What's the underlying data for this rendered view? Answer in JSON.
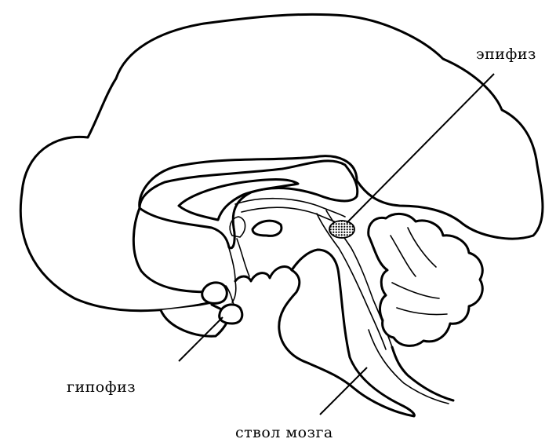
{
  "labels": {
    "epiphysis": "эпифиз",
    "hypophysis": "гипофиз",
    "brainstem": "ствол мозга"
  }
}
